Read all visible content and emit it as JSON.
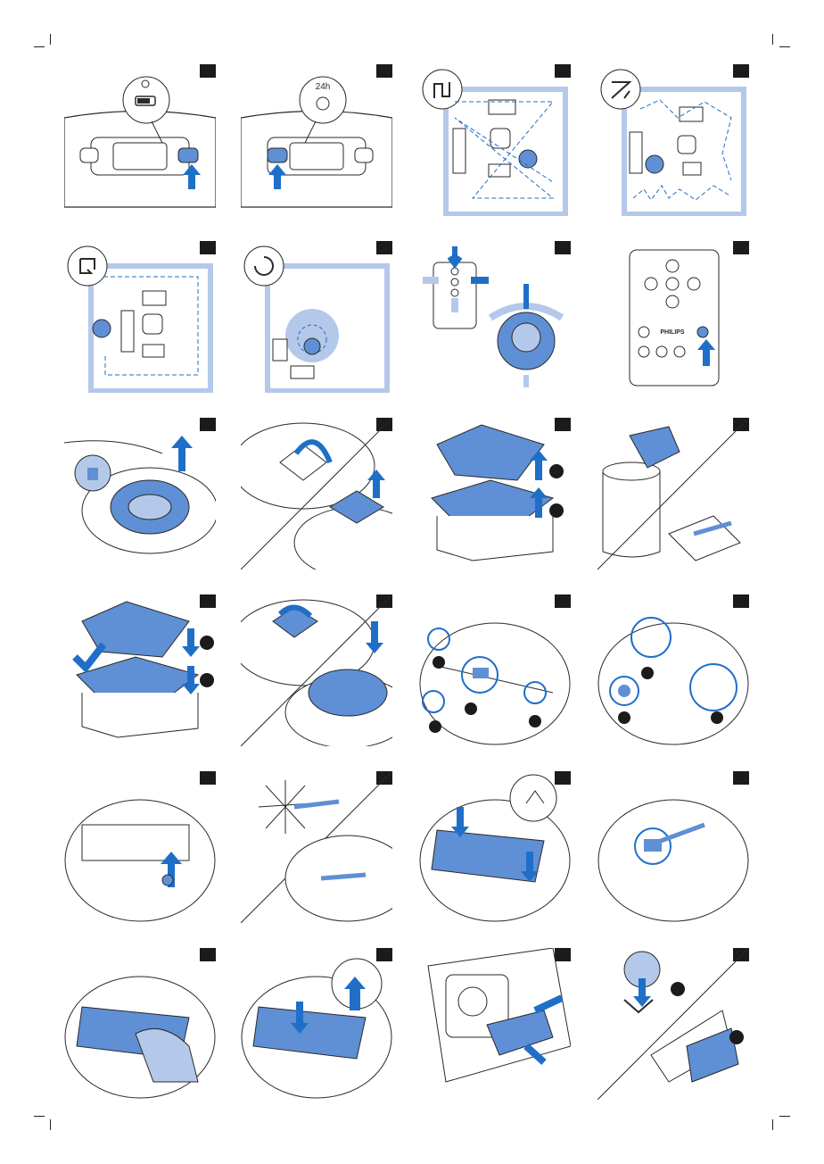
{
  "colors": {
    "accent": "#1f6fc8",
    "light_blue": "#5f8fd4",
    "pale_blue": "#b4c8ea",
    "outline": "#2a2a2a",
    "number_box": "#1b1b1b"
  },
  "panels": [
    {
      "id": 1,
      "labels": []
    },
    {
      "id": 2,
      "labels": [
        "24h"
      ]
    },
    {
      "id": 3,
      "labels": []
    },
    {
      "id": 4,
      "labels": []
    },
    {
      "id": 5,
      "labels": []
    },
    {
      "id": 6,
      "labels": []
    },
    {
      "id": 7,
      "labels": []
    },
    {
      "id": 8,
      "labels": [
        "PHILIPS"
      ]
    },
    {
      "id": 9,
      "labels": []
    },
    {
      "id": 10,
      "labels": []
    },
    {
      "id": 11,
      "labels": []
    },
    {
      "id": 12,
      "labels": []
    },
    {
      "id": 13,
      "labels": []
    },
    {
      "id": 14,
      "labels": []
    },
    {
      "id": 15,
      "labels": []
    },
    {
      "id": 16,
      "labels": []
    },
    {
      "id": 17,
      "labels": []
    },
    {
      "id": 18,
      "labels": []
    },
    {
      "id": 19,
      "labels": []
    },
    {
      "id": 20,
      "labels": []
    },
    {
      "id": 21,
      "labels": []
    },
    {
      "id": 22,
      "labels": []
    },
    {
      "id": 23,
      "labels": []
    },
    {
      "id": 24,
      "labels": []
    }
  ],
  "text": {
    "clock_label": "24h",
    "brand": "PHILIPS"
  }
}
